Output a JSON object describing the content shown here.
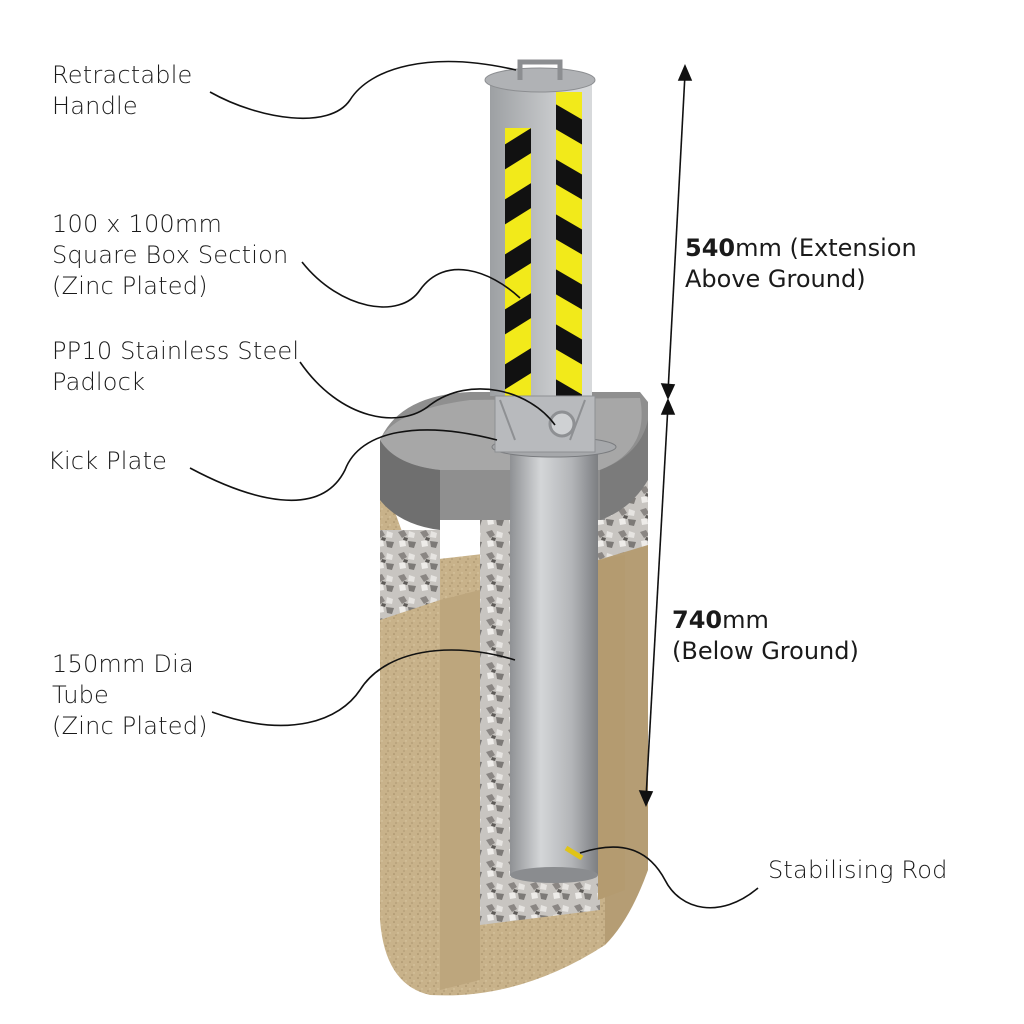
{
  "labels": {
    "handle": [
      "Retractable",
      "Handle"
    ],
    "box_section": [
      "100 x 100mm",
      "Square Box Section",
      "(Zinc Plated)"
    ],
    "padlock": [
      "PP10 Stainless Steel",
      "Padlock"
    ],
    "kick_plate": [
      "Kick Plate"
    ],
    "tube": [
      "150mm Dia",
      "Tube",
      "(Zinc Plated)"
    ],
    "stabilising_rod": [
      "Stabilising Rod"
    ]
  },
  "dimensions": {
    "above": {
      "value": "540",
      "unit_text": "mm (Extension",
      "line2": "Above Ground)"
    },
    "below": {
      "value": "740",
      "unit_text": "mm",
      "line2": "(Below Ground)"
    }
  },
  "colors": {
    "hazard_yellow": "#f2ea1a",
    "hazard_black": "#111111",
    "steel": "#b9bbbd",
    "concrete": "#c9b48e",
    "tarmac": "#8c8c8c",
    "gravel": "#a9a6a2"
  }
}
